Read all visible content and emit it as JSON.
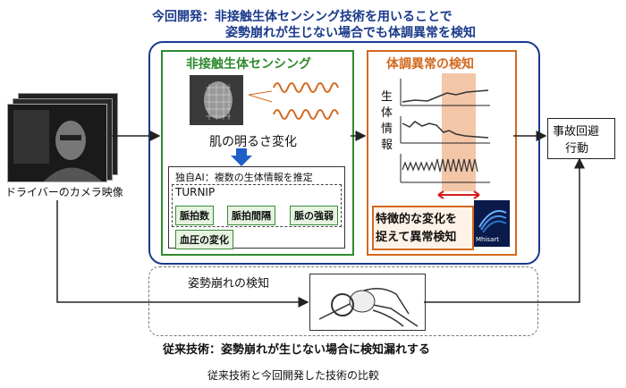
{
  "header": {
    "line1": "今回開発：非接触生体センシング技術を用いることで",
    "line2": "姿勢崩れが生じない場合でも体調異常を検知"
  },
  "driver": {
    "caption": "ドライバーのカメラ映像"
  },
  "sensing": {
    "title": "非接触生体センシング",
    "skin_label": "肌の明るさ変化",
    "ai_label": "独自AI：複数の生体情報を推定",
    "turnip_label": "TURNIP",
    "tags": [
      "脈拍数",
      "脈拍間隔",
      "脈の強弱"
    ],
    "bp_tag": "血圧の変化"
  },
  "anomaly": {
    "title": "体調異常の検知",
    "vertical_label": "生体情報",
    "callout_line1": "特徴的な変化を",
    "callout_line2": "捉えて異常検知",
    "logo_text": "Mhisart"
  },
  "avoid": {
    "line1": "事故回避",
    "line2": "行動"
  },
  "posture": {
    "label": "姿勢崩れの検知"
  },
  "conventional": {
    "text": "従来技術：姿勢崩れが生じない場合に検知漏れする"
  },
  "caption": {
    "text": "従来技術と今回開発した技術の比較"
  },
  "colors": {
    "blue_frame": "#1b3a8c",
    "green": "#2e8b2e",
    "orange": "#d2691e",
    "highlight": "#f3c6a8"
  }
}
